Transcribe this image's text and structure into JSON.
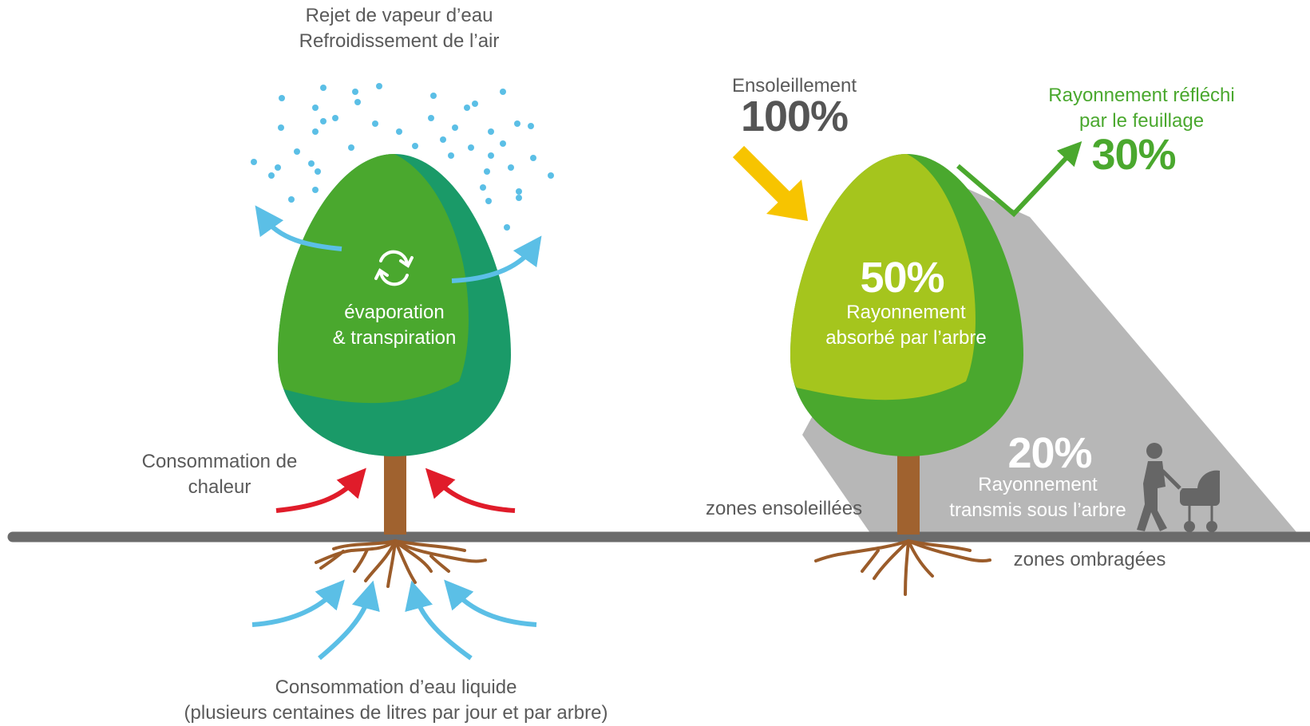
{
  "left_tree": {
    "top_label": [
      "Rejet de vapeur d’eau",
      "Refroidissement de l’air"
    ],
    "center_label": [
      "évaporation",
      "& transpiration"
    ],
    "heat_label": [
      "Consommation de",
      "chaleur"
    ],
    "bottom_label": [
      "Consommation d’eau liquide",
      "(plusieurs centaines de litres par jour et par arbre)"
    ]
  },
  "right_tree": {
    "sun_label": "Ensoleillement",
    "sun_value": "100%",
    "reflected_label": [
      "Rayonnement réfléchi",
      "par le feuillage"
    ],
    "reflected_value": "30%",
    "absorbed_value": "50%",
    "absorbed_label": [
      "Rayonnement",
      "absorbé par l’arbre"
    ],
    "transmitted_value": "20%",
    "transmitted_label": [
      "Rayonnement",
      "transmis sous l’arbre"
    ],
    "sunny_zone": "zones ensoleillées",
    "shade_zone": "zones ombragées"
  },
  "colors": {
    "ground": "#6b6b6b",
    "trunk": "#a0622f",
    "roots": "#9b5c2a",
    "water_blue": "#5bbfe6",
    "heat_red": "#e01c2a",
    "sun_yellow": "#f7c400",
    "reflect_green": "#4aa82e",
    "shadow_grey": "#b7b7b7",
    "tree_green": "#4aa82e",
    "tree_dark": "#1a9a68",
    "tree_light": "#a5c51d"
  },
  "icons": [
    "refresh-cycle-icon",
    "pedestrian-with-stroller-icon"
  ]
}
